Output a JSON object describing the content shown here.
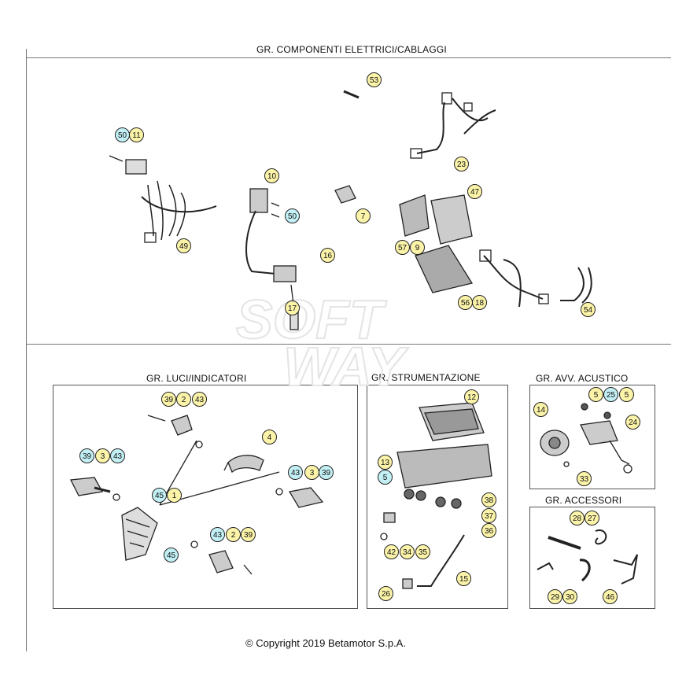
{
  "sections": {
    "electrical_title": "GR. COMPONENTI ELETTRICI/CABLAGGI",
    "lights_title": "GR. LUCI/INDICATORI",
    "instruments_title": "GR. STRUMENTAZIONE",
    "horn_title": "GR. AVV. ACUSTICO",
    "accessories_title": "GR. ACCESSORI"
  },
  "callouts": {
    "electrical": [
      "53",
      "50",
      "11",
      "23",
      "10",
      "47",
      "50",
      "7",
      "49",
      "57",
      "9",
      "16",
      "56",
      "18",
      "54",
      "17"
    ],
    "lights": [
      "39",
      "2",
      "43",
      "4",
      "39",
      "3",
      "43",
      "43",
      "3",
      "39",
      "45",
      "1",
      "43",
      "2",
      "39",
      "45"
    ],
    "instruments": [
      "12",
      "13",
      "5",
      "38",
      "37",
      "36",
      "42",
      "34",
      "35",
      "15",
      "26"
    ],
    "horn": [
      "5",
      "25",
      "5",
      "14",
      "24",
      "33"
    ],
    "accessories": [
      "28",
      "27",
      "29",
      "30",
      "46"
    ]
  },
  "colors": {
    "callout_yellow": "#fbf3a8",
    "callout_blue": "#c2f0f5",
    "lines": "#555555"
  },
  "watermark": "SOFT WAY",
  "copyright": "© Copyright 2019 Betamotor S.p.A."
}
